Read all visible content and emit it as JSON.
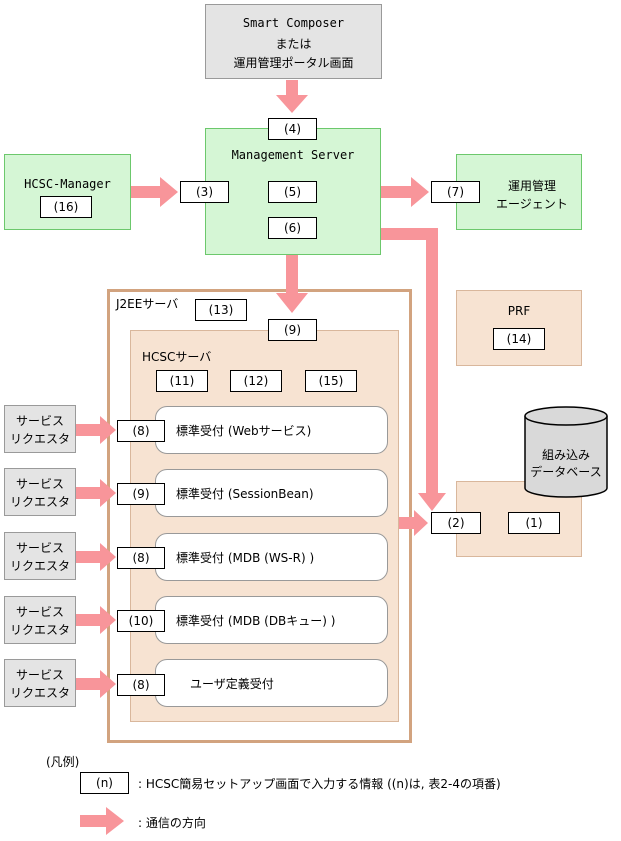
{
  "smart_composer": {
    "line1": "Smart Composer",
    "line2": "または",
    "line3": "運用管理ポータル画面"
  },
  "management_server": {
    "title": "Management Server",
    "tag_4": "(4)",
    "tag_3": "(3)",
    "tag_5": "(5)",
    "tag_6": "(6)",
    "tag_7": "(7)"
  },
  "hcsc_manager": {
    "title": "HCSC-Manager",
    "tag_16": "(16)"
  },
  "agent": {
    "line1": "運用管理",
    "line2": "エージェント"
  },
  "j2ee": {
    "title": "J2EEサーバ",
    "tag_13": "(13)",
    "tag_9": "(9)"
  },
  "prf": {
    "title": "PRF",
    "tag_14": "(14)"
  },
  "hcsc_server": {
    "title": "HCSCサーバ",
    "tag_11": "(11)",
    "tag_12": "(12)",
    "tag_15": "(15)"
  },
  "receptions": [
    {
      "tag": "(8)",
      "label": "標準受付 (Webサービス)"
    },
    {
      "tag": "(9)",
      "label": "標準受付 (SessionBean)"
    },
    {
      "tag": "(8)",
      "label": "標準受付 (MDB (WS-R) )"
    },
    {
      "tag": "(10)",
      "label": "標準受付 (MDB (DBキュー) )"
    },
    {
      "tag": "(8)",
      "label": "ユーザ定義受付"
    }
  ],
  "requesters": [
    {
      "line1": "サービス",
      "line2": "リクエスタ"
    },
    {
      "line1": "サービス",
      "line2": "リクエスタ"
    },
    {
      "line1": "サービス",
      "line2": "リクエスタ"
    },
    {
      "line1": "サービス",
      "line2": "リクエスタ"
    },
    {
      "line1": "サービス",
      "line2": "リクエスタ"
    }
  ],
  "database": {
    "line1": "組み込み",
    "line2": "データベース",
    "tag_2": "(2)",
    "tag_1": "(1)"
  },
  "legend": {
    "title": "(凡例)",
    "tag": "(n)",
    "tag_desc": ": HCSC簡易セットアップ画面で入力する情報 ((n)は, 表2-4の項番)",
    "arrow_desc": ": 通信の方向"
  },
  "colors": {
    "arrow": "#f8959a",
    "green": "#d5f6d5",
    "peach": "#f7e3d2",
    "gray": "#e4e4e4",
    "j2ee_border": "#d2a37f"
  }
}
